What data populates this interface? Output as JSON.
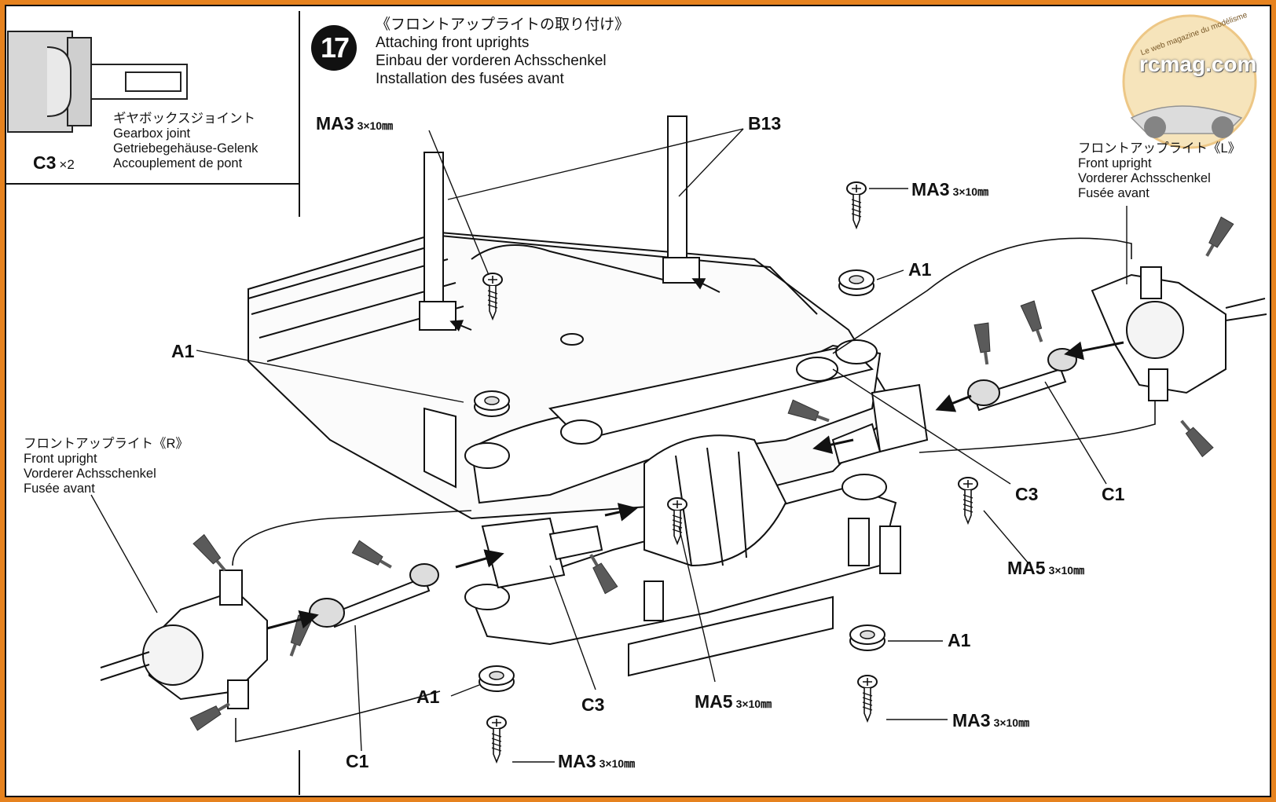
{
  "step": {
    "number": "17",
    "title_jp": "《フロントアップライトの取り付け》",
    "title_en": "Attaching front uprights",
    "title_de": "Einbau der vorderen Achsschenkel",
    "title_fr": "Installation des fusées avant"
  },
  "inset": {
    "part_label": "C3",
    "quantity": "×2",
    "caption_jp": "ギヤボックスジョイント",
    "caption_en": "Gearbox joint",
    "caption_de": "Getriebegehäuse-Gelenk",
    "caption_fr": "Accouplement de pont"
  },
  "upright_left": {
    "jp": "フロントアップライト《L》",
    "en": "Front upright",
    "de": "Vorderer Achsschenkel",
    "fr": "Fusée avant"
  },
  "upright_right": {
    "jp": "フロントアップライト《R》",
    "en": "Front upright",
    "de": "Vorderer Achsschenkel",
    "fr": "Fusée avant"
  },
  "callouts": {
    "ma3_top": "MA3",
    "ma3_top_dim": "3×10㎜",
    "b13": "B13",
    "ma3_right": "MA3",
    "ma3_right_dim": "3×10㎜",
    "a1_right": "A1",
    "a1_left": "A1",
    "c3_right": "C3",
    "c1_right": "C1",
    "ma5_right": "MA5",
    "ma5_right_dim": "3×10㎜",
    "a1_bottom_right": "A1",
    "ma3_bottom_right": "MA3",
    "ma3_bottom_right_dim": "3×10㎜",
    "a1_bottom": "A1",
    "c3_bottom": "C3",
    "ma5_bottom": "MA5",
    "ma5_bottom_dim": "3×10㎜",
    "c1_bottom": "C1",
    "ma3_bottom": "MA3",
    "ma3_bottom_dim": "3×10㎜"
  },
  "watermark": {
    "brand": "rcmag.com",
    "tagline": "Le web magazine du modélisme"
  },
  "colors": {
    "frame": "#e6821e",
    "ink": "#111111",
    "grease_marker": "#5a5a5a",
    "logo_gold": "#f0c87a"
  }
}
